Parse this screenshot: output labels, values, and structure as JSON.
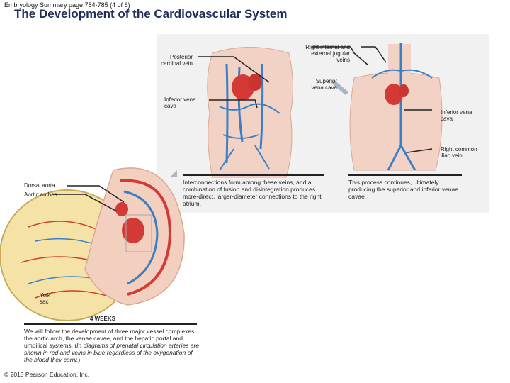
{
  "slide": {
    "header": "Embryology Summary page 784-785 (4 of 6)",
    "title": "The Development of the Cardiovascular System",
    "copyright": "© 2015 Pearson Education, Inc."
  },
  "labels": {
    "posterior_cardinal_vein": "Posterior cardinal vein",
    "right_internal_external_jugular": "Right internal and external jugular veins",
    "superior_vena_cava": "Superior vena cava",
    "inferior_vena_cava_left": "Inferior vena cava",
    "inferior_vena_cava_right": "Inferior vena cava",
    "right_common_iliac_vein": "Right common iliac vein",
    "dorsal_aorta": "Dorsal aorta",
    "aortic_arches": "Aortic arches",
    "yolk_sac": "Yolk sac",
    "four_weeks": "4 WEEKS"
  },
  "captions": {
    "interconnections": "Interconnections form among these veins, and a combination of fusion and disintegration produces more-direct, larger-diameter connections to the right atrium.",
    "process_continues": "This process continues, ultimately producing the superior and inferior venae cavae.",
    "intro_main": "We will follow the development of three major vessel complexes: the aortic arch, the venae cavae, and the hepatic portal and umbilical systems. (",
    "intro_italic": "In diagrams of prenatal circulation arteries are shown in red and veins in blue regardless of the oxygenation of the blood they carry.",
    "intro_end": ")"
  },
  "colors": {
    "artery": "#d43a35",
    "vein": "#3a7fc6",
    "skin": "#f3cfc0",
    "yolk": "#f5e2a6",
    "title": "#1f2e5a"
  }
}
